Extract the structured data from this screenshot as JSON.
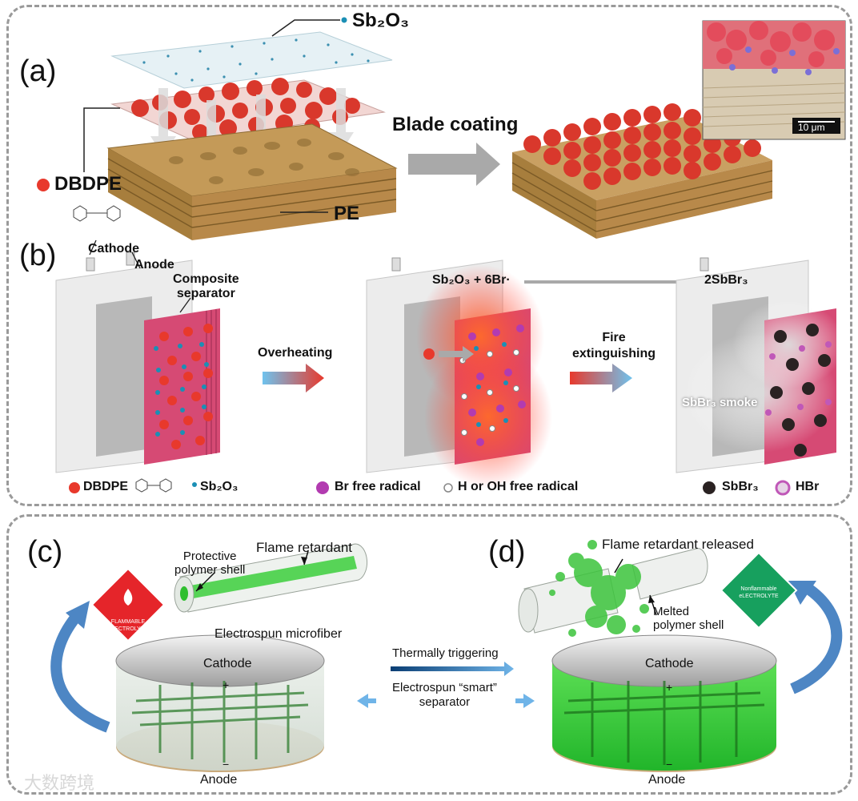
{
  "panel_a": {
    "label": "(a)",
    "sb2o3_label": "Sb₂O₃",
    "dbdpe_label": "DBDPE",
    "pe_label": "PE",
    "process_label": "Blade coating",
    "scale_bar": "10 μm"
  },
  "panel_b": {
    "label": "(b)",
    "cathode": "Cathode",
    "anode": "Anode",
    "composite_separator_line1": "Composite",
    "composite_separator_line2": "separator",
    "overheating": "Overheating",
    "reaction_left": "Sb₂O₃ + 6Br·",
    "reaction_right": "2SbBr₃",
    "fire_ext_line1": "Fire",
    "fire_ext_line2": "extinguishing",
    "smoke_label": "SbBr₃ smoke",
    "legend": {
      "dbdpe": "DBDPE",
      "sb2o3": "Sb₂O₃",
      "br_radical": "Br free radical",
      "h_oh_radical": "H or OH free radical",
      "sbbr3": "SbBr₃",
      "hbr": "HBr"
    }
  },
  "panel_c": {
    "label": "(c)",
    "shell_line1": "Protective",
    "shell_line2": "polymer shell",
    "flame_retardant": "Flame retardant",
    "microfiber": "Electrospun microfiber",
    "sign_line1": "FLAMMABLE",
    "sign_line2": "eLECTROLYTE",
    "cathode": "Cathode",
    "anode": "Anode",
    "plus": "+",
    "minus": "−"
  },
  "middle": {
    "trigger": "Thermally triggering",
    "sep_line1": "Electrospun “smart”",
    "sep_line2": "separator"
  },
  "panel_d": {
    "label": "(d)",
    "released": "Flame retardant released",
    "melted_line1": "Melted",
    "melted_line2": "polymer shell",
    "sign_line1": "Nonflammable",
    "sign_line2": "eLECTROLYTE",
    "cathode": "Cathode",
    "anode": "Anode",
    "plus": "+",
    "minus": "−"
  },
  "watermark": "大数跨境",
  "colors": {
    "dbdpe_red": "#e8392c",
    "sb2o3_blue": "#1b8fb5",
    "br_purple": "#b23bb0",
    "sbbr3_black": "#2a2222",
    "separator_pink": "#d64a74",
    "green_electrolyte": "#3fcf3a",
    "warning_red": "#e5252a",
    "safe_green": "#17a05e",
    "arrow_blue": "#4d86c4"
  }
}
